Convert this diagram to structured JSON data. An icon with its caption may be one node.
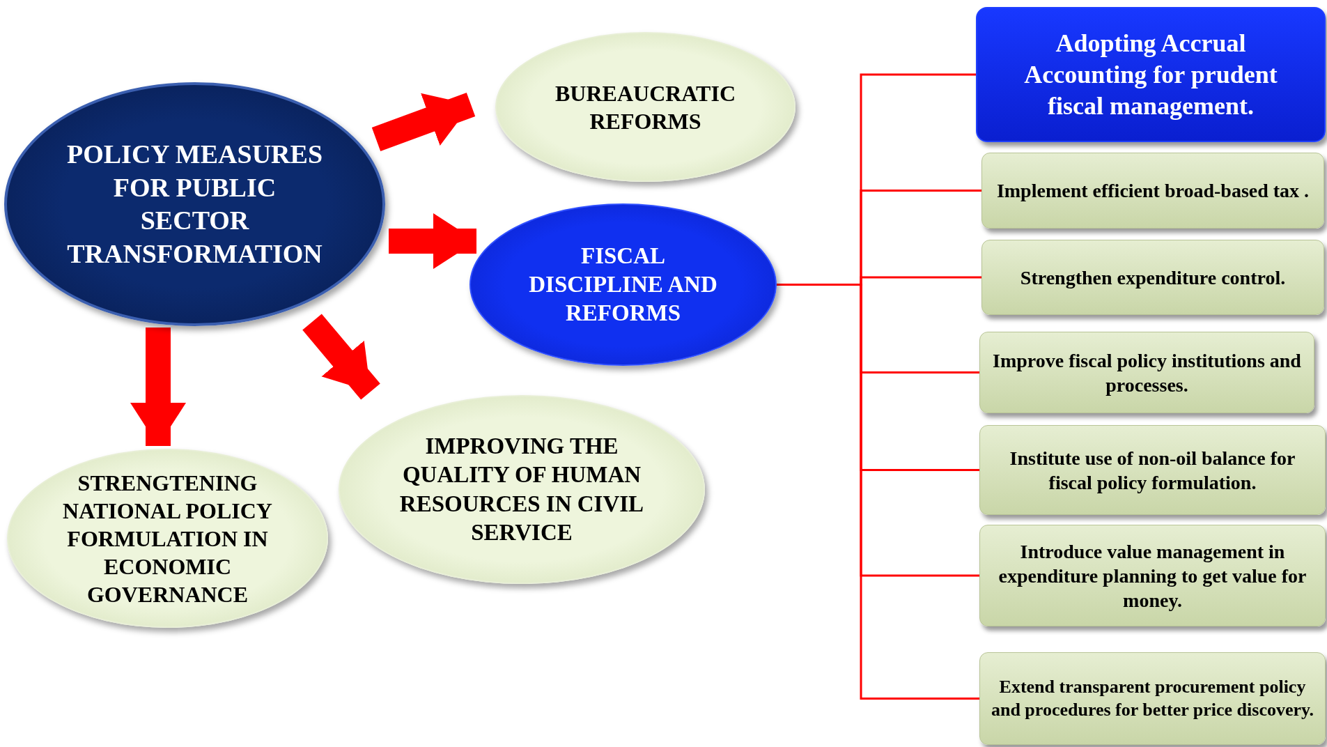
{
  "diagram": {
    "nodes": [
      {
        "text": [
          "POLICY MEASURES FOR PUBLIC SECTOR TRANSFORMATION"
        ]
      },
      {
        "text": [
          "BUREAUCRATIC REFORMS"
        ]
      },
      {
        "text": [
          "FISCAL DISCIPLINE AND REFORMS"
        ]
      },
      {
        "text": [
          "STRENGTENING NATIONAL POLICY FORMULATION IN ECONOMIC GOVERNANCE"
        ]
      },
      {
        "text": [
          "IMPROVING THE QUALITY OF HUMAN RESOURCES IN CIVIL SERVICE"
        ]
      },
      {
        "text": [
          "Adopting Accrual Accounting for prudent fiscal management."
        ]
      },
      {
        "text": [
          "Implement efficient broad-based tax ."
        ]
      },
      {
        "text": [
          "Strengthen expenditure control."
        ]
      },
      {
        "text": [
          "Improve fiscal policy institutions and processes."
        ]
      },
      {
        "text": [
          "Institute use of non-oil balance for fiscal policy formulation."
        ]
      },
      {
        "text": [
          "Introduce value management in expenditure planning to get value for money."
        ]
      },
      {
        "text": [
          "Extend transparent procurement policy and procedures for better price discovery."
        ]
      }
    ],
    "edges": [
      {
        "from": 0,
        "to": 1,
        "arrow": "to",
        "style": "thick"
      },
      {
        "from": 0,
        "to": 2,
        "arrow": "to",
        "style": "thick"
      },
      {
        "from": 0,
        "to": 4,
        "arrow": "to",
        "style": "thick"
      },
      {
        "from": 0,
        "to": 3,
        "arrow": "to",
        "style": "thick"
      },
      {
        "from": 2,
        "to": 5,
        "arrow": "none"
      },
      {
        "from": 2,
        "to": 6,
        "arrow": "none"
      },
      {
        "from": 2,
        "to": 7,
        "arrow": "none"
      },
      {
        "from": 2,
        "to": 8,
        "arrow": "none"
      },
      {
        "from": 2,
        "to": 9,
        "arrow": "none"
      },
      {
        "from": 2,
        "to": 10,
        "arrow": "none"
      },
      {
        "from": 2,
        "to": 11,
        "arrow": "none"
      }
    ]
  }
}
